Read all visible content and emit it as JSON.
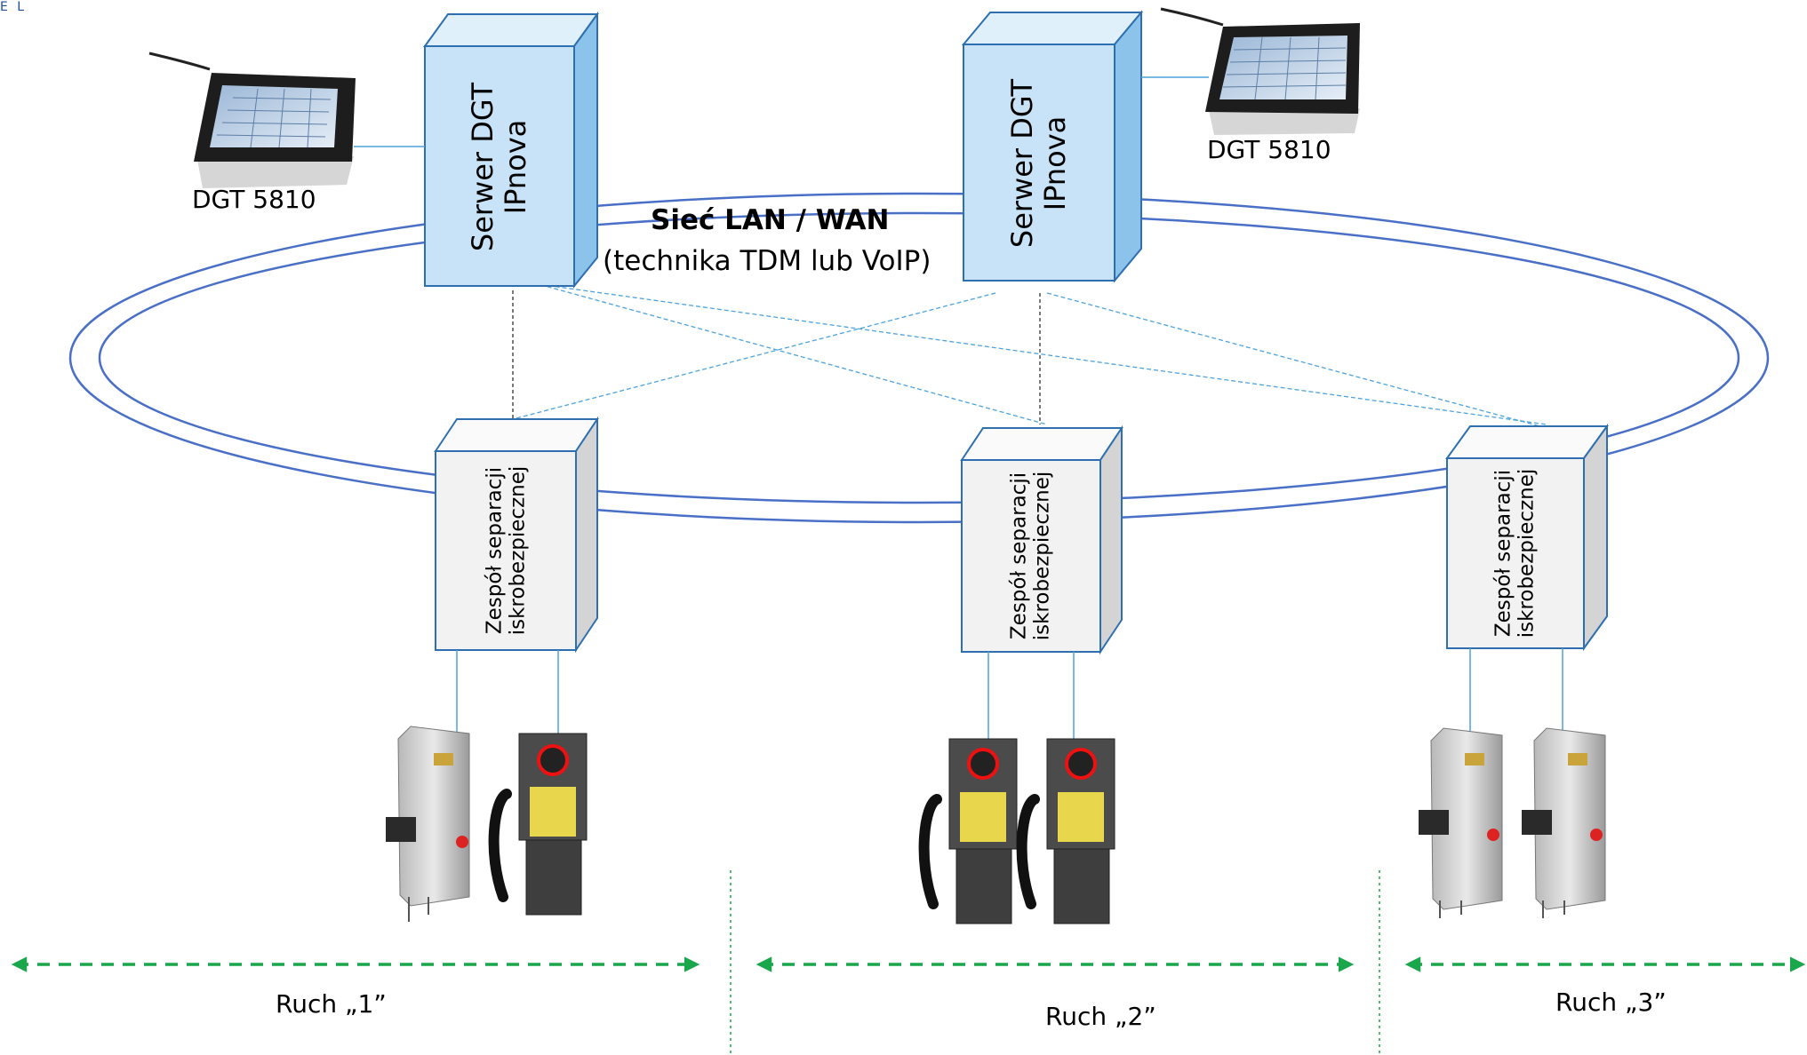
{
  "logo_fragment": "E L",
  "network": {
    "title": "Sieć LAN / WAN",
    "subtitle": "(technika TDM lub VoIP)"
  },
  "servers": [
    {
      "line1": "Serwer DGT",
      "line2": "IPnova"
    },
    {
      "line1": "Serwer DGT",
      "line2": "IPnova"
    }
  ],
  "consoles": [
    {
      "label": "DGT 5810"
    },
    {
      "label": "DGT 5810"
    }
  ],
  "separators": [
    {
      "line1": "Zespół separacji",
      "line2": "iskrobezpiecznej"
    },
    {
      "line1": "Zespół separacji",
      "line2": "iskrobezpiecznej"
    },
    {
      "line1": "Zespół separacji",
      "line2": "iskrobezpiecznej"
    }
  ],
  "zones": [
    {
      "label": "Ruch „1”"
    },
    {
      "label": "Ruch „2”"
    },
    {
      "label": "Ruch „3”"
    }
  ],
  "colors": {
    "ring": "#4a6fc7",
    "server_face": "#c8e3f7",
    "server_edge": "#2d6fb0",
    "separator_face": "#f2f2f2",
    "separator_edge": "#2d6fb0",
    "link": "#4da3dc",
    "zone_arrow": "#1aa64a"
  }
}
